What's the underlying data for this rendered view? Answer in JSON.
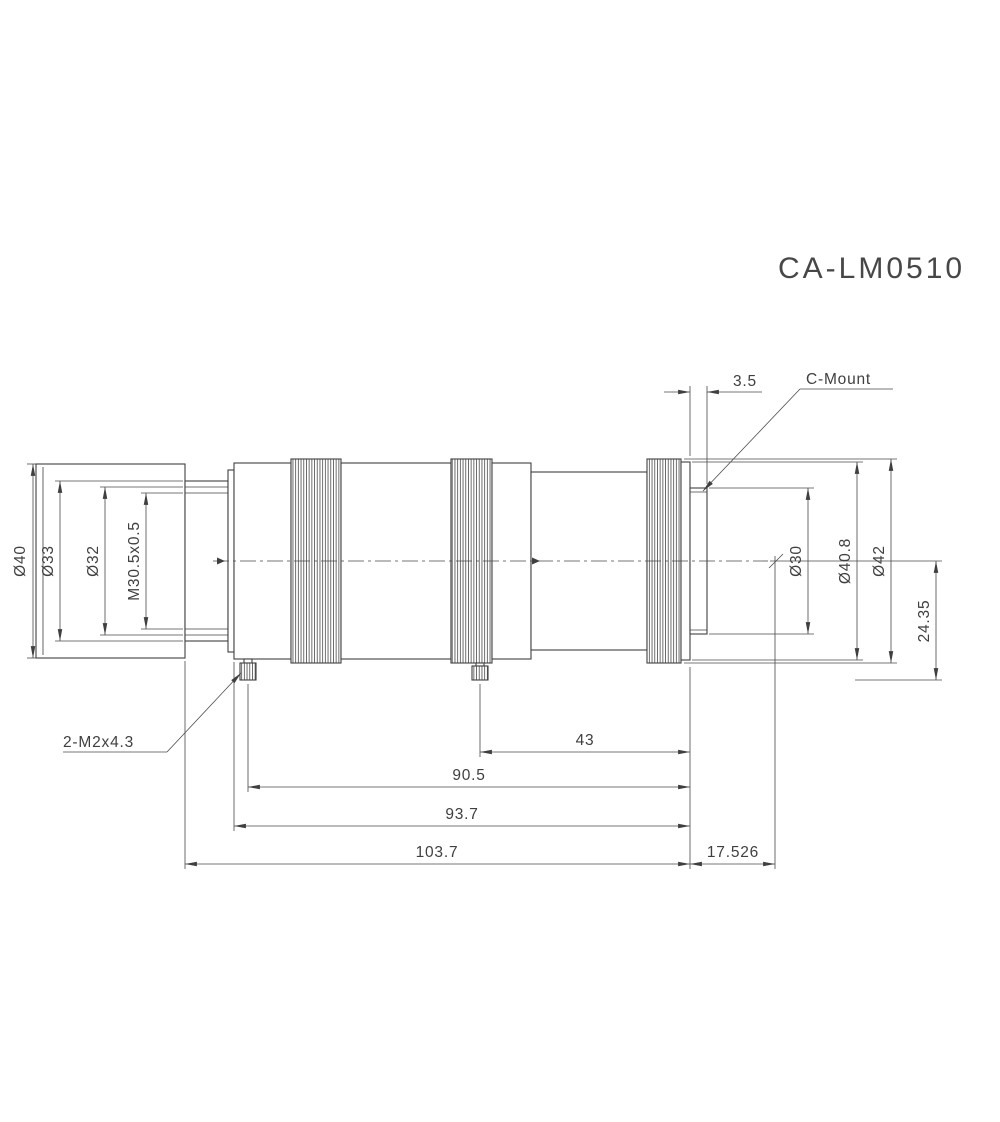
{
  "title": "CA-LM0510",
  "annotations": {
    "c_mount": "C-Mount",
    "set_screws": "2-M2x4.3"
  },
  "dimensions": {
    "front_od": "Ø40",
    "neck_od": "Ø33",
    "relief_od": "Ø32",
    "filter_thread": "M30.5x0.5",
    "thread_len": "3.5",
    "mount_od": "Ø30",
    "rear_od": "Ø40.8",
    "ring_od": "Ø42",
    "axis_offset": "24.35",
    "len_43": "43",
    "len_90_5": "90.5",
    "len_93_7": "93.7",
    "len_103_7": "103.7",
    "flange_focal": "17.526"
  }
}
